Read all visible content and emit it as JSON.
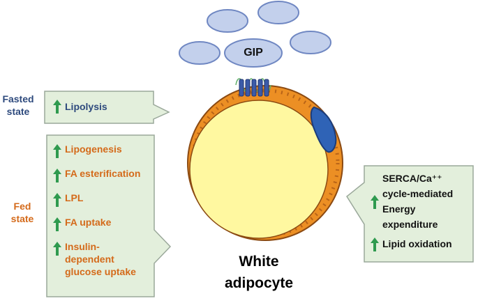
{
  "colors": {
    "box_fill": "#e3efdc",
    "box_border": "#9aa89a",
    "arrow": "#2f9a4f",
    "fasted_text": "#2e4a7d",
    "fed_text": "#d46a1a",
    "cell_fill": "#fff8a0",
    "membrane": "#ec8f24",
    "nucleus": "#2f63b6",
    "gip_fill": "#c3d0ec",
    "receptor": "#3b5aa8"
  },
  "icons": {
    "increase": "up-arrow-icon"
  },
  "states": {
    "fasted": [
      "Fasted",
      "state"
    ],
    "fed": [
      "Fed",
      "state"
    ]
  },
  "fasted_box": {
    "items": [
      "Lipolysis"
    ]
  },
  "fed_box": {
    "items": [
      "Lipogenesis",
      "FA esterification",
      "LPL",
      "FA uptake",
      "Insulin-\ndependent\nglucose uptake"
    ]
  },
  "right_box": {
    "lines": [
      "SERCA/Ca⁺⁺",
      "cycle-mediated",
      "Energy",
      "expenditure"
    ],
    "items": [
      "Lipid oxidation"
    ]
  },
  "cell": {
    "label": [
      "White",
      "adipocyte"
    ]
  },
  "hormone": {
    "label": "GIP"
  }
}
